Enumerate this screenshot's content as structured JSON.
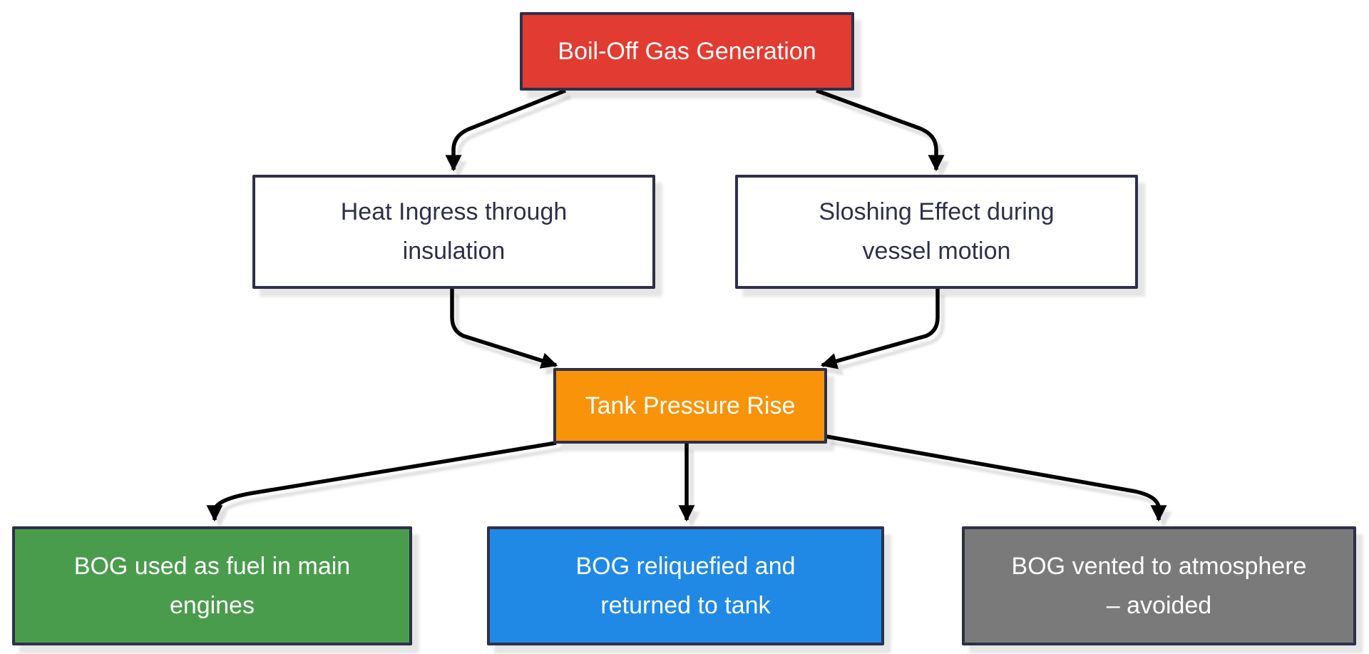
{
  "diagram": {
    "type": "flowchart",
    "direction": "top-down",
    "background": "#ffffff",
    "colors": {
      "node_border": "#2e3049",
      "edge_line": "#000000",
      "shadow": "#e9e9e9"
    },
    "nodes": [
      {
        "id": "boil-off-gas-generation",
        "label": [
          "Boil-Off Gas Generation"
        ],
        "fill": "#e23b32",
        "text_color": "#ffffff"
      },
      {
        "id": "heat-ingress",
        "label": [
          "Heat Ingress through",
          "insulation"
        ],
        "fill": "#ffffff",
        "text_color": "#2e3049"
      },
      {
        "id": "sloshing-effect",
        "label": [
          "Sloshing Effect during",
          "vessel motion"
        ],
        "fill": "#ffffff",
        "text_color": "#2e3049"
      },
      {
        "id": "tank-pressure-rise",
        "label": [
          "Tank Pressure Rise"
        ],
        "fill": "#f8930a",
        "text_color": "#ffffff"
      },
      {
        "id": "bog-used-as-fuel",
        "label": [
          "BOG used as fuel in main",
          "engines"
        ],
        "fill": "#4a9c4d",
        "text_color": "#ffffff"
      },
      {
        "id": "bog-reliquefied",
        "label": [
          "BOG reliquefied and",
          "returned to tank"
        ],
        "fill": "#2089e5",
        "text_color": "#ffffff"
      },
      {
        "id": "bog-vented",
        "label": [
          "BOG vented to atmosphere",
          "– avoided"
        ],
        "fill": "#7a7a7a",
        "text_color": "#ffffff"
      }
    ],
    "edges": [
      {
        "from": "boil-off-gas-generation",
        "to": "heat-ingress"
      },
      {
        "from": "boil-off-gas-generation",
        "to": "sloshing-effect"
      },
      {
        "from": "heat-ingress",
        "to": "tank-pressure-rise"
      },
      {
        "from": "sloshing-effect",
        "to": "tank-pressure-rise"
      },
      {
        "from": "tank-pressure-rise",
        "to": "bog-used-as-fuel"
      },
      {
        "from": "tank-pressure-rise",
        "to": "bog-reliquefied"
      },
      {
        "from": "tank-pressure-rise",
        "to": "bog-vented"
      }
    ]
  }
}
